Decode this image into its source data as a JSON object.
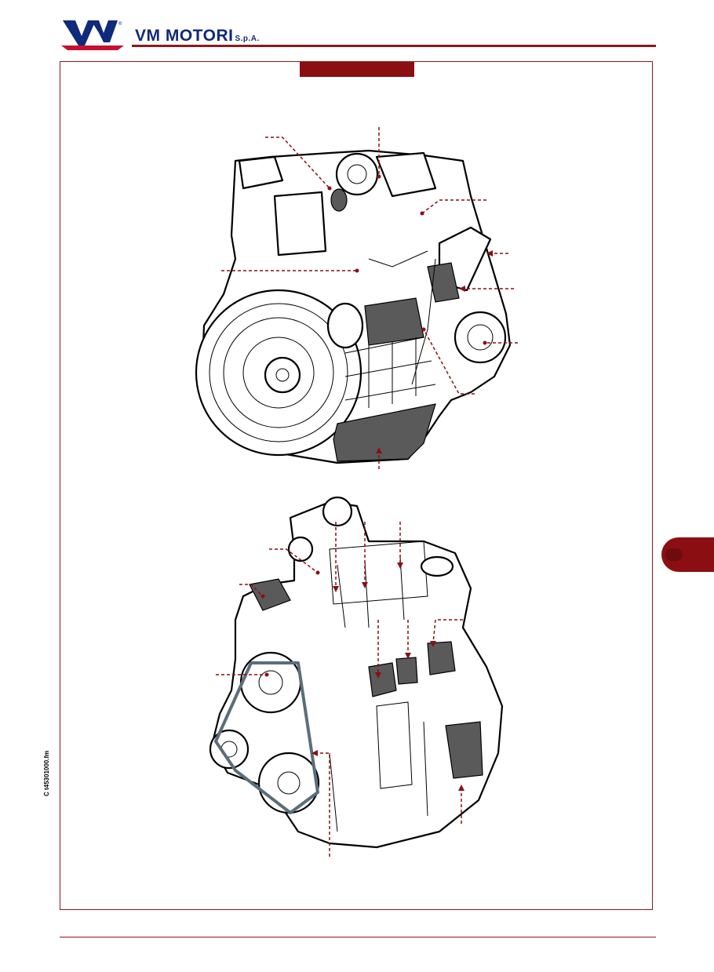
{
  "header": {
    "brand_name": "VM MOTORI",
    "brand_suffix": "S.p.A.",
    "logo": "vm-logo-icon",
    "registered_mark": "®"
  },
  "colors": {
    "accent": "#8b0f12",
    "brand_blue": "#0f2a7a",
    "outline": "#000000",
    "shade": "#5a5a5a"
  },
  "sidebar": {
    "file_code": "C t45301000.fm"
  }
}
